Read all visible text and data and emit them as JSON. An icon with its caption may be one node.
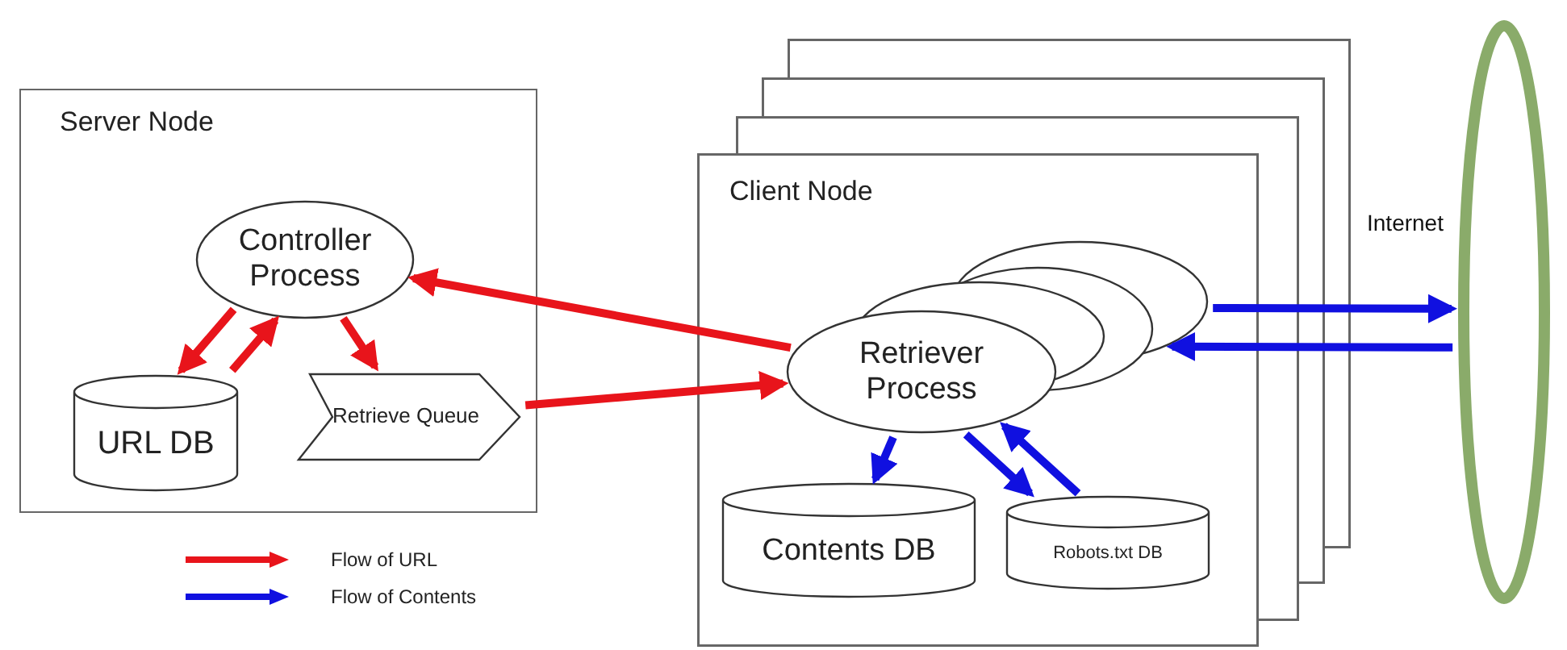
{
  "diagram": {
    "nodes": [
      {
        "text": [
          "Server Node"
        ]
      },
      {
        "text": [
          "Controller Process"
        ],
        "in": 0
      },
      {
        "text": [
          "URL DB"
        ],
        "in": 0
      },
      {
        "text": [
          "Retrieve Queue"
        ],
        "in": 0
      },
      {
        "text": [
          "Client Node"
        ]
      },
      {
        "text": [
          "Retriever Process"
        ],
        "in": 4
      },
      {
        "text": [
          "Contents DB"
        ],
        "in": 4
      },
      {
        "text": [
          "Robots.txt DB"
        ],
        "in": 4
      },
      {
        "text": [
          "Internet"
        ]
      }
    ],
    "edges": [
      {
        "from": 1,
        "to": 2,
        "arrow": "to",
        "color": "#e8141b"
      },
      {
        "from": 2,
        "to": 1,
        "arrow": "to",
        "color": "#e8141b"
      },
      {
        "from": 1,
        "to": 3,
        "arrow": "to",
        "color": "#e8141b"
      },
      {
        "from": 5,
        "to": 1,
        "arrow": "to",
        "color": "#e8141b"
      },
      {
        "from": 3,
        "to": 5,
        "arrow": "to",
        "color": "#e8141b"
      },
      {
        "from": 5,
        "to": 6,
        "arrow": "to",
        "color": "#1010e0"
      },
      {
        "from": 5,
        "to": 7,
        "arrow": "to",
        "color": "#1010e0"
      },
      {
        "from": 7,
        "to": 5,
        "arrow": "to",
        "color": "#1010e0"
      },
      {
        "from": 5,
        "to": 8,
        "arrow": "to",
        "color": "#1010e0"
      },
      {
        "from": 8,
        "to": 5,
        "arrow": "to",
        "color": "#1010e0"
      }
    ],
    "legend": [
      {
        "text": "Flow of URL"
      },
      {
        "text": "Flow of Contents"
      }
    ]
  }
}
